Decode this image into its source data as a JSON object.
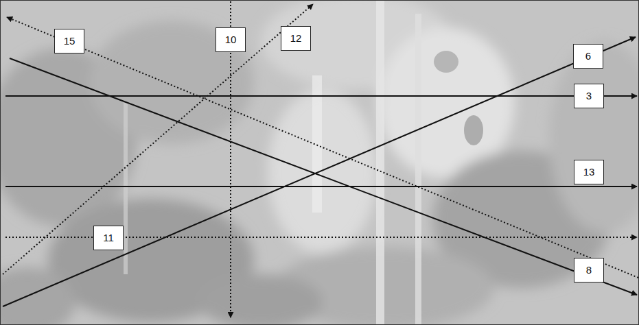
{
  "diagram": {
    "nodes": [
      {
        "text": [
          "15"
        ]
      },
      {
        "text": [
          "10"
        ]
      },
      {
        "text": [
          "12"
        ]
      },
      {
        "text": [
          "6"
        ]
      },
      {
        "text": [
          "3"
        ]
      },
      {
        "text": [
          "13"
        ]
      },
      {
        "text": [
          "11"
        ]
      },
      {
        "text": [
          "8"
        ]
      }
    ]
  }
}
